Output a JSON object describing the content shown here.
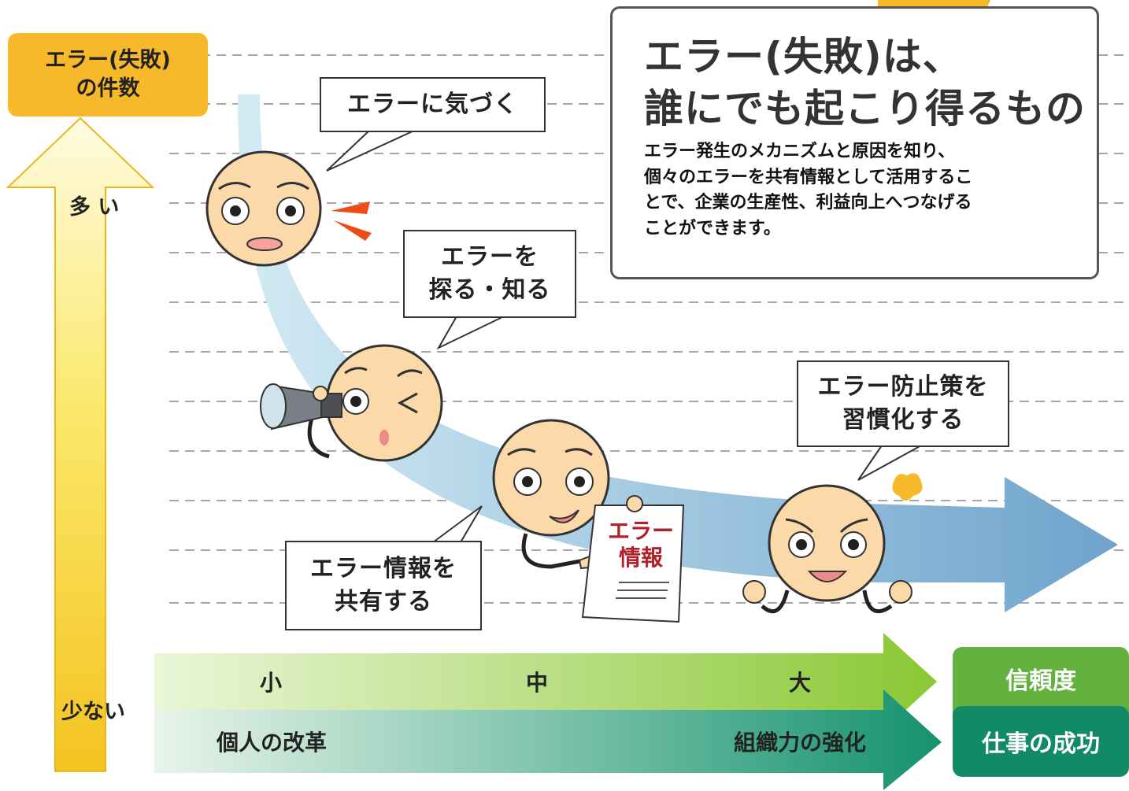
{
  "y_axis": {
    "title": "エラー(失敗)\nの件数",
    "high": "多 い",
    "low": "少ない"
  },
  "x_axis": {
    "scale": [
      "小",
      "中",
      "大"
    ],
    "from": "個人の改革",
    "to": "組織力の強化"
  },
  "results": {
    "reliability": "信頼度",
    "success": "仕事の成功"
  },
  "info": {
    "title": "エラー(失敗)は、\n誰にでも起こり得るもの",
    "body": "エラー発生のメカニズムと原因を知り、\n個々のエラーを共有情報として活用するこ\nとで、企業の生産性、利益向上へつなげる\nことができます。"
  },
  "steps": [
    "エラーに気づく",
    "エラーを\n探る・知る",
    "エラー情報を\n共有する",
    "エラー防止策を\n習慣化する"
  ],
  "document_label": "エラー\n情報",
  "colors": {
    "badge": "#f7b92a",
    "curve": "#8fc1de",
    "arrow_top": "#9fd23b",
    "arrow_bottom": "#1f9a78",
    "face": "#fbd9a8"
  }
}
